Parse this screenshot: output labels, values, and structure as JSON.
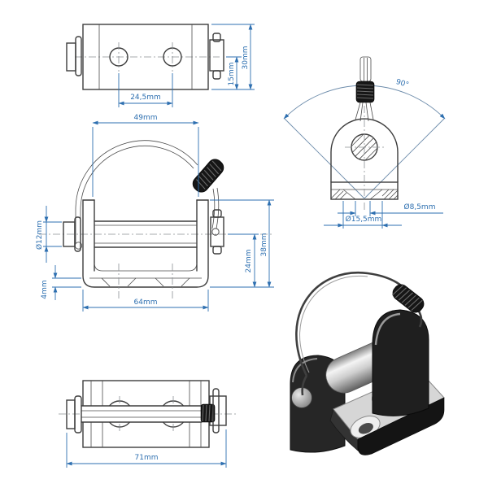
{
  "drawing": {
    "background": "#ffffff",
    "line_color": "#3d3d3d",
    "dimension_color": "#2d6fb0",
    "views": {
      "top_view": {
        "dimensions": {
          "hole_spacing": "24,5mm",
          "center_to_edge": "15mm",
          "body_depth": "30mm"
        }
      },
      "front_view": {
        "dimensions": {
          "inner_width": "49mm",
          "roller_diameter": "Ø12mm",
          "base_thickness": "4mm",
          "outer_width": "64mm",
          "axis_height": "24mm",
          "overall_height": "38mm"
        }
      },
      "side_view": {
        "dimensions": {
          "swing_angle": "90°",
          "hole_diameter": "Ø8,5mm",
          "countersink_diameter": "Ø15,5mm"
        }
      },
      "bottom_view": {
        "dimensions": {
          "overall_length": "71mm"
        }
      }
    }
  }
}
